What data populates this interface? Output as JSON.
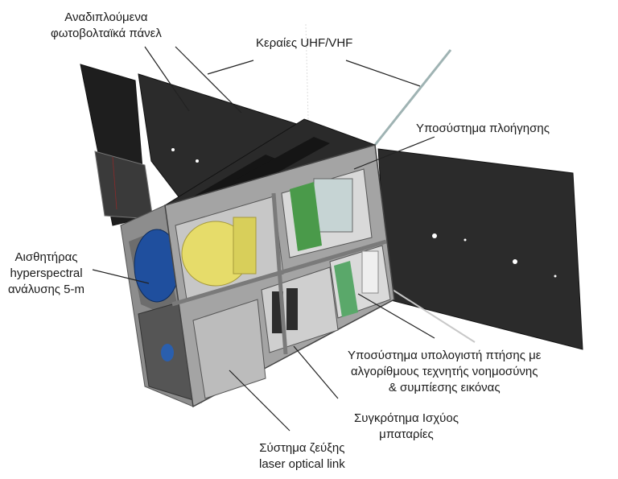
{
  "labels": {
    "panels": [
      "Αναδιπλούμενα",
      "φωτοβολταϊκά πάνελ"
    ],
    "antennas": [
      "Κεραίες UHF/VHF"
    ],
    "navigation": [
      "Υποσύστημα πλοήγησης"
    ],
    "sensor": [
      "Αισθητήρας",
      "hyperspectral",
      "ανάλυσης 5-m"
    ],
    "computer": [
      "Υποσύστημα υπολογιστή πτήσης με",
      "αλγορίθμους τεχνητής νοημοσύνης",
      "& συμπίεσης εικόνας"
    ],
    "power": [
      "Συγκρότημα Ισχύος",
      "μπαταρίες"
    ],
    "laser": [
      "Σύστημα ζεύξης",
      "laser optical link"
    ]
  },
  "colors": {
    "panel": "#2b2b2b",
    "frame": "#9a9a9a",
    "lens": "#1f4f9e",
    "camera": "#e6dc6a",
    "board": "#4a9a4a",
    "leader": "#222222"
  }
}
